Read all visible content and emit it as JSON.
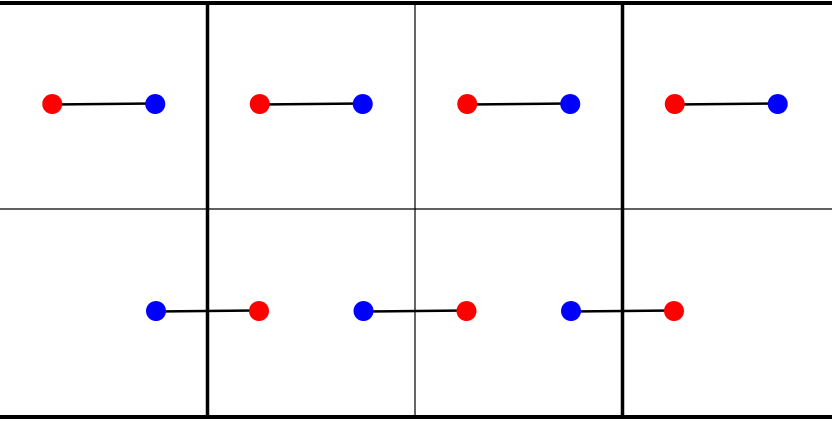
{
  "diagram": {
    "colors": {
      "background": "#ffffff",
      "line": "#000000",
      "red": "#ff0000",
      "blue": "#0000ff"
    },
    "grid": {
      "columns": 4,
      "rows": 2,
      "thick_vertical_lines_after_columns": [
        1,
        3
      ]
    },
    "dimers": [
      {
        "row": 0,
        "col": 0,
        "left": "red",
        "right": "blue"
      },
      {
        "row": 0,
        "col": 1,
        "left": "red",
        "right": "blue"
      },
      {
        "row": 0,
        "col": 2,
        "left": "red",
        "right": "blue"
      },
      {
        "row": 0,
        "col": 3,
        "left": "red",
        "right": "blue"
      },
      {
        "row": 1,
        "col": 0.5,
        "left": "blue",
        "right": "red"
      },
      {
        "row": 1,
        "col": 1.5,
        "left": "blue",
        "right": "red"
      },
      {
        "row": 1,
        "col": 2.5,
        "left": "blue",
        "right": "red"
      }
    ]
  }
}
